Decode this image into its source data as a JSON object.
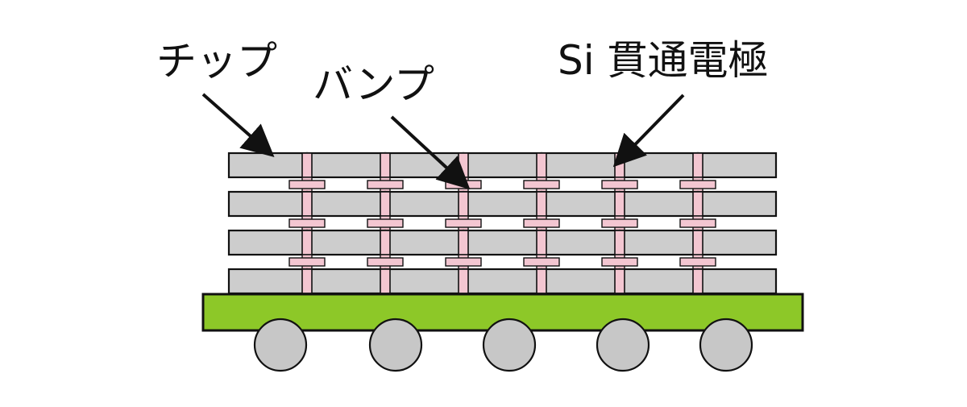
{
  "labels": {
    "chip": "チップ",
    "bump": "バンプ",
    "tsv": "Si 貫通電極"
  },
  "structure": {
    "chip_layers": 4,
    "segments_per_layer": 7,
    "tsv_columns": 6,
    "solder_balls": 5
  },
  "colors": {
    "background": "#ffffff",
    "outline": "#111111",
    "chip": "#cdcdcd",
    "tsv": "#f3c6d1",
    "substrate": "#8dc828",
    "ball": "#c7c7c7",
    "text": "#111111"
  }
}
